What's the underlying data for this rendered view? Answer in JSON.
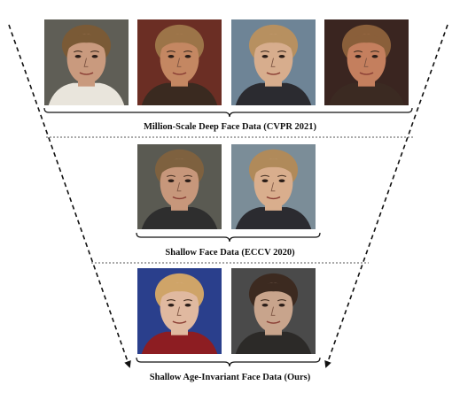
{
  "tiers": [
    {
      "caption": "Million-Scale Deep Face Data (CVPR 2021)",
      "photos": [
        {
          "name": "face-photo-million-1",
          "skin": "#c99a7e",
          "hair": "#7a5a36",
          "bg": "#5f5e56",
          "shirt": "#e9e5dc"
        },
        {
          "name": "face-photo-million-2",
          "skin": "#c48762",
          "hair": "#9c7448",
          "bg": "#6b2e24",
          "shirt": "#3a2a20"
        },
        {
          "name": "face-photo-million-3",
          "skin": "#d7ad8d",
          "hair": "#b79060",
          "bg": "#6e8496",
          "shirt": "#2b2b30"
        },
        {
          "name": "face-photo-million-4",
          "skin": "#c47f5e",
          "hair": "#8a5f3a",
          "bg": "#3a2520",
          "shirt": "#3b2a22"
        }
      ]
    },
    {
      "caption": "Shallow Face Data (ECCV 2020)",
      "photos": [
        {
          "name": "face-photo-shallow-1",
          "skin": "#c7977b",
          "hair": "#7e613f",
          "bg": "#5a5a52",
          "shirt": "#2e2e2e"
        },
        {
          "name": "face-photo-shallow-2",
          "skin": "#d9ae8d",
          "hair": "#b08a5a",
          "bg": "#7b8d98",
          "shirt": "#2b2b30"
        }
      ]
    },
    {
      "caption": "Shallow Age-Invariant Face Data (Ours)",
      "photos": [
        {
          "name": "face-photo-age-invariant-1",
          "skin": "#e0b9a0",
          "hair": "#cfa468",
          "bg": "#2a3f8c",
          "shirt": "#8d1d22"
        },
        {
          "name": "face-photo-age-invariant-2",
          "skin": "#c8a48c",
          "hair": "#3c2a20",
          "bg": "#4a4a4a",
          "shirt": "#2c2a28"
        }
      ]
    }
  ],
  "colors": {
    "line": "#1a1a1a",
    "separator": "#555555"
  }
}
